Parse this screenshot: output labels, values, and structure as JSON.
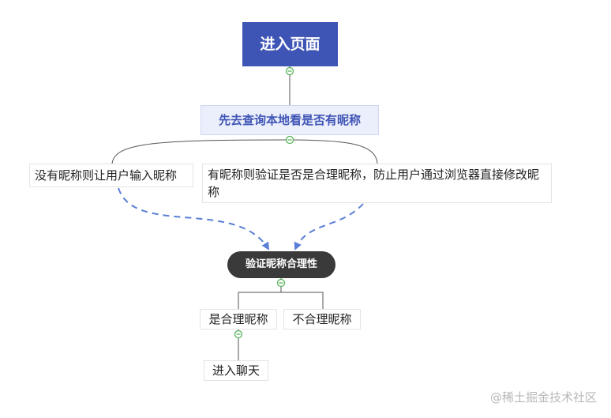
{
  "nodes": {
    "root": "进入页面",
    "query": "先去查询本地看是否有昵称",
    "no_nickname": "没有昵称则让用户输入昵称",
    "has_nickname": "有昵称则验证是否是合理昵称，防止用户通过浏览器直接修改昵称",
    "validate": "验证昵称合理性",
    "valid": "是合理昵称",
    "invalid": "不合理昵称",
    "enter_chat": "进入聊天"
  },
  "watermark": "@稀土掘金技术社区",
  "colors": {
    "root_fill": "#3f55b5",
    "query_fill": "#ebeefb",
    "validate_fill": "#3a3a3a",
    "dashed_arrow": "#5a7fd6",
    "collapse_toggle": "#4caf50"
  }
}
